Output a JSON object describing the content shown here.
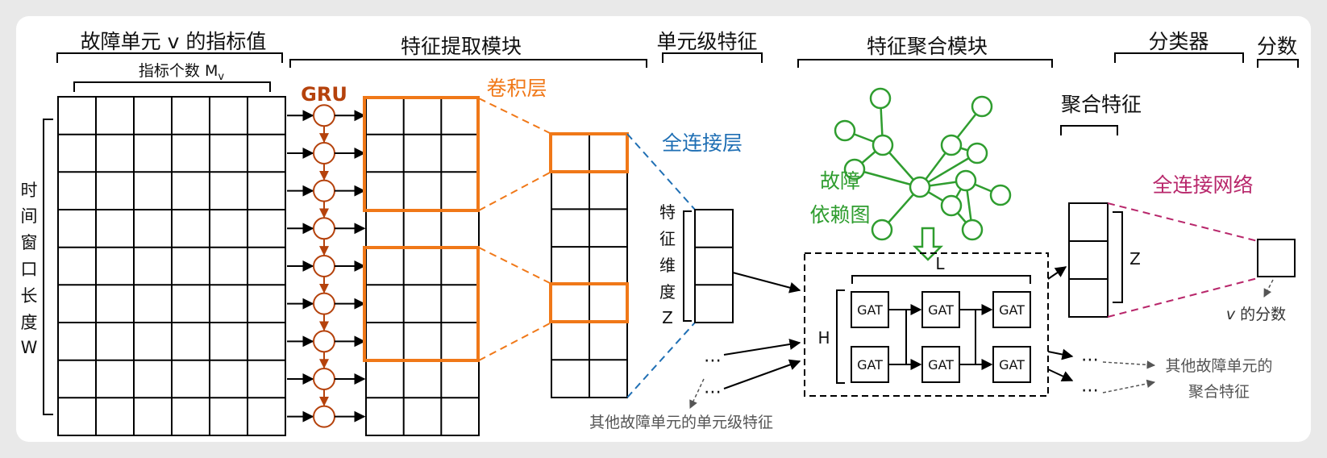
{
  "colors": {
    "orange": "#f07818",
    "gru": "#b5420c",
    "blue": "#1f6fb4",
    "green": "#2f9d2f",
    "magenta": "#b8276b",
    "gray": "#555555"
  },
  "sections": {
    "metrics_of_unit": "故障单元 v 的指标值",
    "feature_extraction": "特征提取模块",
    "unit_feature": "单元级特征",
    "feature_aggregation": "特征聚合模块",
    "classifier": "分类器",
    "score": "分数"
  },
  "labels": {
    "metric_count": "指标个数 M",
    "metric_count_sub": "v",
    "time_window_chars": [
      "时",
      "间",
      "窗",
      "口",
      "长",
      "度",
      "W"
    ],
    "gru": "GRU",
    "conv_layer": "卷积层",
    "fc_layer": "全连接层",
    "feature_dim_chars": [
      "特",
      "征",
      "维",
      "度",
      "Z"
    ],
    "fault_graph_line1": "故障",
    "fault_graph_line2": "依赖图",
    "L": "L",
    "H": "H",
    "gat": "GAT",
    "aggregated_feature": "聚合特征",
    "fc_network": "全连接网络",
    "Z": "Z",
    "v_score_v": "v",
    "v_score_rest": " 的分数",
    "other_unit_features": "其他故障单元的单元级特征",
    "other_agg_line1": "其他故障单元的",
    "other_agg_line2": "聚合特征",
    "dots": "⋯"
  }
}
